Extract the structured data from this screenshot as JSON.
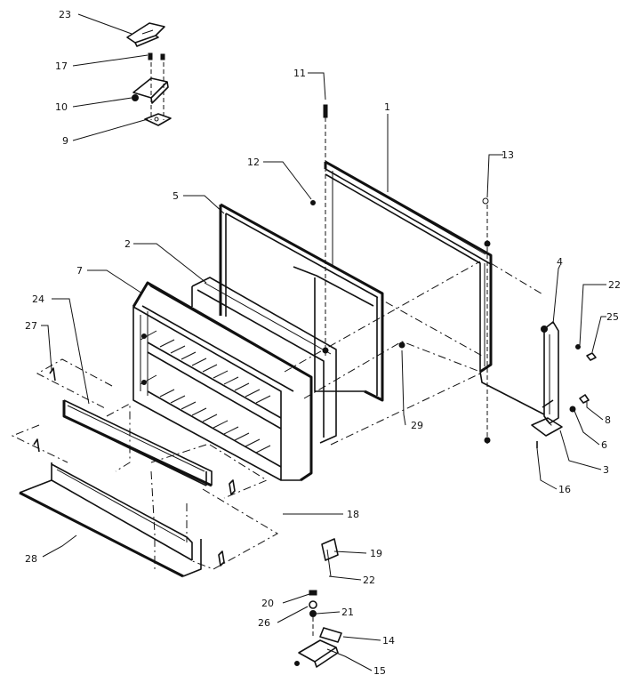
{
  "callouts": [
    {
      "id": "c23",
      "label": "23"
    },
    {
      "id": "c17",
      "label": "17"
    },
    {
      "id": "c10",
      "label": "10"
    },
    {
      "id": "c9",
      "label": "9"
    },
    {
      "id": "c11",
      "label": "11"
    },
    {
      "id": "c1",
      "label": "1"
    },
    {
      "id": "c12",
      "label": "12"
    },
    {
      "id": "c13",
      "label": "13"
    },
    {
      "id": "c5",
      "label": "5"
    },
    {
      "id": "c2",
      "label": "2"
    },
    {
      "id": "c7",
      "label": "7"
    },
    {
      "id": "c24",
      "label": "24"
    },
    {
      "id": "c27",
      "label": "27"
    },
    {
      "id": "c4",
      "label": "4"
    },
    {
      "id": "c22a",
      "label": "22"
    },
    {
      "id": "c25",
      "label": "25"
    },
    {
      "id": "c29",
      "label": "29"
    },
    {
      "id": "c8",
      "label": "8"
    },
    {
      "id": "c6",
      "label": "6"
    },
    {
      "id": "c3",
      "label": "3"
    },
    {
      "id": "c16",
      "label": "16"
    },
    {
      "id": "c18",
      "label": "18"
    },
    {
      "id": "c28",
      "label": "28"
    },
    {
      "id": "c19",
      "label": "19"
    },
    {
      "id": "c22b",
      "label": "22"
    },
    {
      "id": "c20",
      "label": "20"
    },
    {
      "id": "c21",
      "label": "21"
    },
    {
      "id": "c26",
      "label": "26"
    },
    {
      "id": "c14",
      "label": "14"
    },
    {
      "id": "c15",
      "label": "15"
    }
  ]
}
